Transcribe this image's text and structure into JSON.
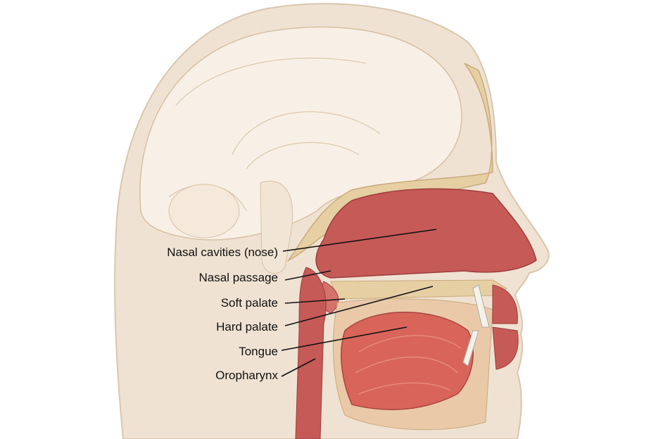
{
  "title": "Sagittal section of the human head",
  "colors": {
    "skin": "#efe2d2",
    "brain": "#f8f0e6",
    "bone": "#e6cfa3",
    "mucosa": "#c65a57",
    "muscle": "#d9655a",
    "line": "#111111"
  },
  "labels": [
    {
      "id": "nasal-cavities",
      "text": "Nasal cavities (nose)"
    },
    {
      "id": "nasal-passage",
      "text": "Nasal passage"
    },
    {
      "id": "soft-palate",
      "text": "Soft palate"
    },
    {
      "id": "hard-palate",
      "text": "Hard palate"
    },
    {
      "id": "tongue",
      "text": "Tongue"
    },
    {
      "id": "oropharynx",
      "text": "Oropharynx"
    }
  ]
}
